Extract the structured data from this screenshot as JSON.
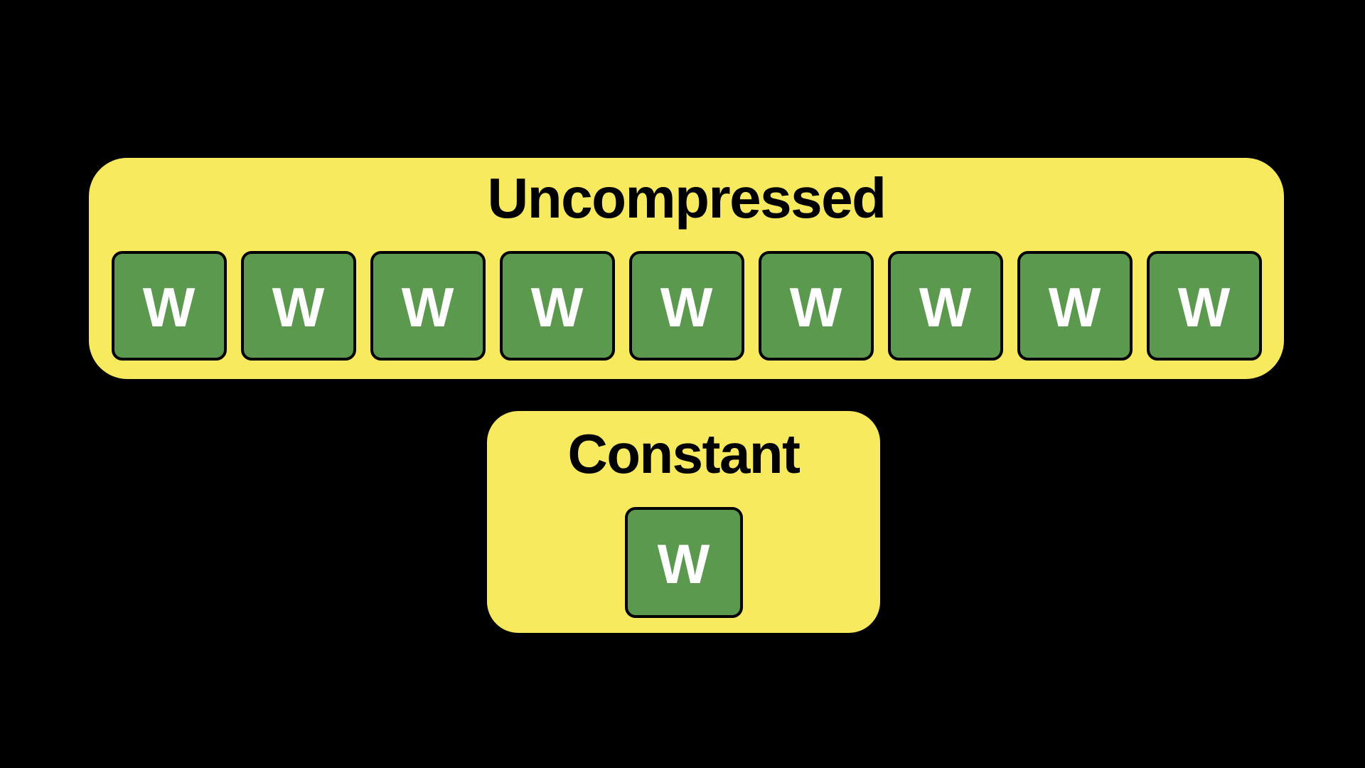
{
  "colors": {
    "bg": "#000000",
    "panel": "#F7EA5E",
    "cell": "#5B9A4E",
    "line": "#000000",
    "letter": "#FFFFFF",
    "title": "#000000"
  },
  "uncompressed": {
    "title": "Uncompressed",
    "cells": [
      "W",
      "W",
      "W",
      "W",
      "W",
      "W",
      "W",
      "W",
      "W"
    ]
  },
  "constant": {
    "title": "Constant",
    "cells": [
      "W"
    ]
  }
}
